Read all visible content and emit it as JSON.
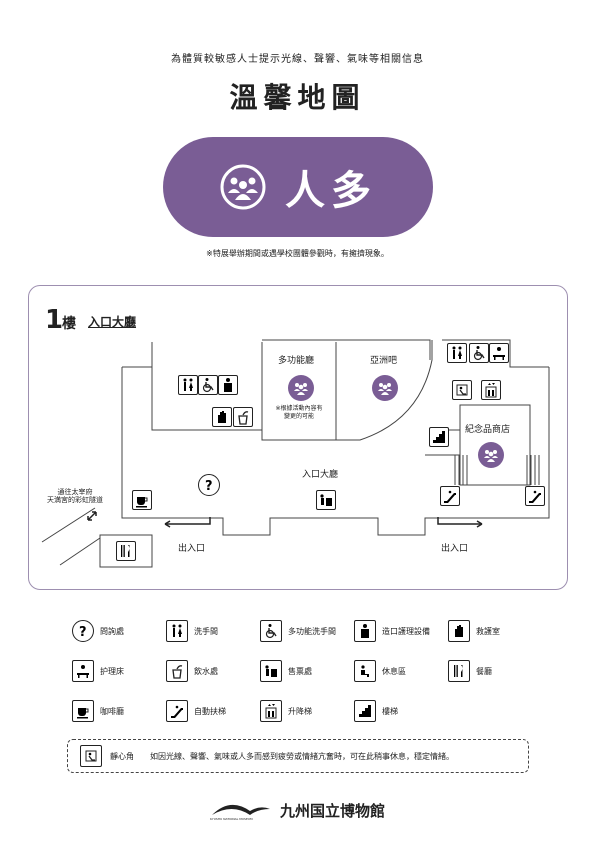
{
  "header": {
    "subtitle": "為體質較敏感人士提示光線、聲響、氣味等相關信息",
    "title": "溫馨地圖"
  },
  "banner": {
    "label": "人多",
    "icon": "crowd-icon",
    "color": "#7a5d95"
  },
  "note": "※特展舉辦期間或遇學校團體參觀時，有擁擠現象。",
  "map": {
    "floor_number": "1",
    "floor_word": "樓",
    "area_name": "入口大廳",
    "rooms": {
      "multi_hall": "多功能廳",
      "asia_bar": "亞洲吧",
      "souvenir": "紀念品商店",
      "lobby": "入口大廳"
    },
    "multi_hall_note": "※根據活動內容有\n變更的可能",
    "tunnel_note": "通往太宰府\n天満宮的彩虹隧道",
    "exit_left": "出入口",
    "exit_right": "出入口"
  },
  "legend": [
    {
      "icon": "question-icon",
      "label": "問詢處"
    },
    {
      "icon": "restroom-icon",
      "label": "洗手間"
    },
    {
      "icon": "wheelchair-icon",
      "label": "多功能洗手間"
    },
    {
      "icon": "ostomy-icon",
      "label": "造口護理設備"
    },
    {
      "icon": "first-aid-icon",
      "label": "救護室"
    },
    {
      "icon": "care-bed-icon",
      "label": "护理床"
    },
    {
      "icon": "water-icon",
      "label": "飲水處"
    },
    {
      "icon": "ticket-icon",
      "label": "售票處"
    },
    {
      "icon": "rest-icon",
      "label": "休息區"
    },
    {
      "icon": "restaurant-icon",
      "label": "餐廳"
    },
    {
      "icon": "coffee-icon",
      "label": "咖啡廳"
    },
    {
      "icon": "escalator-icon",
      "label": "自動扶梯"
    },
    {
      "icon": "elevator-icon",
      "label": "升降梯"
    },
    {
      "icon": "stairs-icon",
      "label": "樓梯"
    }
  ],
  "quiet_corner": {
    "label": "靜心角",
    "text": "如因光線、聲響、氣味或人多而感到疲勞或情緒亢奮時，可在此稍事休息，穩定情緒。"
  },
  "footer": {
    "name": "九州国立博物館",
    "en": "KYUSHU NATIONAL MUSEUM"
  }
}
